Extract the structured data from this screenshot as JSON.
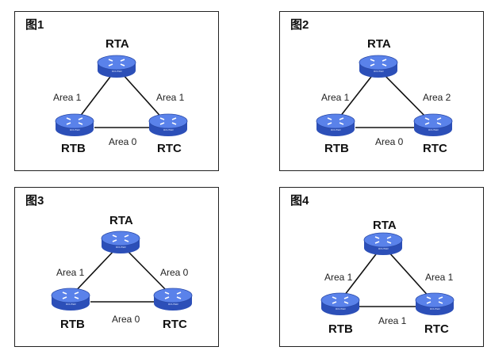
{
  "figures": [
    {
      "title": "图1",
      "routers": {
        "a": "RTA",
        "b": "RTB",
        "c": "RTC"
      },
      "router_caption": "ROUTER",
      "links": {
        "ab": "Area 1",
        "ac": "Area 1",
        "bc": "Area 0"
      }
    },
    {
      "title": "图2",
      "routers": {
        "a": "RTA",
        "b": "RTB",
        "c": "RTC"
      },
      "router_caption": "ROUTER",
      "links": {
        "ab": "Area 1",
        "ac": "Area 2",
        "bc": "Area 0"
      }
    },
    {
      "title": "图3",
      "routers": {
        "a": "RTA",
        "b": "RTB",
        "c": "RTC"
      },
      "router_caption": "ROUTER",
      "links": {
        "ab": "Area 1",
        "ac": "Area 0",
        "bc": "Area 0"
      }
    },
    {
      "title": "图4",
      "routers": {
        "a": "RTA",
        "b": "RTB",
        "c": "RTC"
      },
      "router_caption": "ROUTER",
      "links": {
        "ab": "Area 1",
        "ac": "Area 1",
        "bc": "Area 1"
      }
    }
  ],
  "colors": {
    "router_body": "#3a5fcf",
    "router_top": "#4f78e6",
    "link": "#111111"
  }
}
